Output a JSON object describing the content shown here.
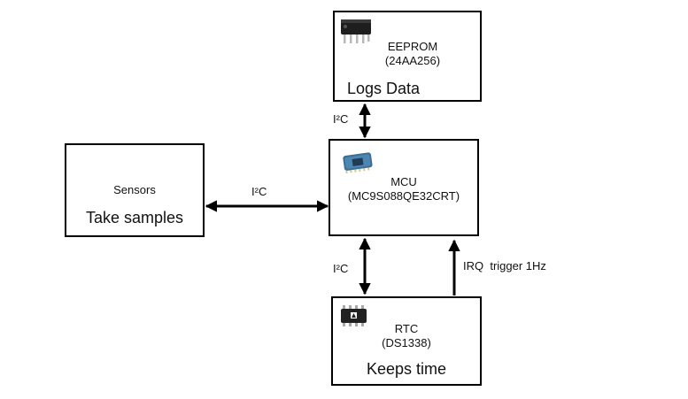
{
  "eeprom": {
    "name": "EEPROM",
    "part": "(24AA256)",
    "role": "Logs Data",
    "icon": "dip8-chip-icon"
  },
  "sensors": {
    "name": "Sensors",
    "role": "Take samples"
  },
  "mcu": {
    "name": "MCU",
    "part": "(MC9S088QE32CRT)",
    "icon": "mcu-module-icon"
  },
  "rtc": {
    "name": "RTC",
    "part": "(DS1338)",
    "role": "Keeps time",
    "icon": "soic8-chip-icon"
  },
  "links": {
    "mcu_eeprom": "I²C",
    "sensors_mcu": "I²C",
    "mcu_rtc": "I²C",
    "rtc_irq": "IRQ  trigger 1Hz"
  }
}
